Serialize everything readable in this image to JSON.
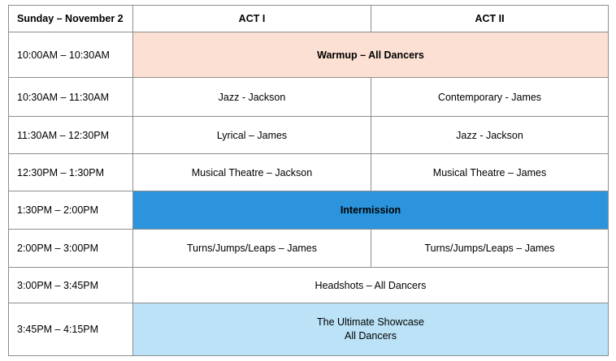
{
  "table": {
    "header": {
      "day": "Sunday – November 2",
      "act1": "ACT I",
      "act2": "ACT II"
    },
    "colors": {
      "warmup_bg": "#fce0d3",
      "intermission_bg": "#2b94dc",
      "showcase_bg": "#bbe2f7",
      "border": "#8d8d8d",
      "text": "#000000"
    },
    "rows": [
      {
        "time": "10:00AM – 10:30AM",
        "merged": true,
        "style": "warmup",
        "text": "Warmup – All Dancers"
      },
      {
        "time": "10:30AM – 11:30AM",
        "merged": false,
        "act1": "Jazz - Jackson",
        "act2": "Contemporary - James"
      },
      {
        "time": "11:30AM – 12:30PM",
        "merged": false,
        "act1": "Lyrical – James",
        "act2": "Jazz - Jackson"
      },
      {
        "time": "12:30PM – 1:30PM",
        "merged": false,
        "act1": "Musical Theatre – Jackson",
        "act2": "Musical Theatre – James"
      },
      {
        "time": "1:30PM – 2:00PM",
        "merged": true,
        "style": "intermission",
        "text": "Intermission"
      },
      {
        "time": "2:00PM – 3:00PM",
        "merged": false,
        "act1": "Turns/Jumps/Leaps – James",
        "act2": "Turns/Jumps/Leaps – James"
      },
      {
        "time": "3:00PM – 3:45PM",
        "merged": true,
        "style": "plain",
        "text": "Headshots – All Dancers"
      },
      {
        "time": "3:45PM – 4:15PM",
        "merged": true,
        "style": "showcase",
        "text_line1": "The Ultimate Showcase",
        "text_line2": "All Dancers"
      }
    ]
  }
}
